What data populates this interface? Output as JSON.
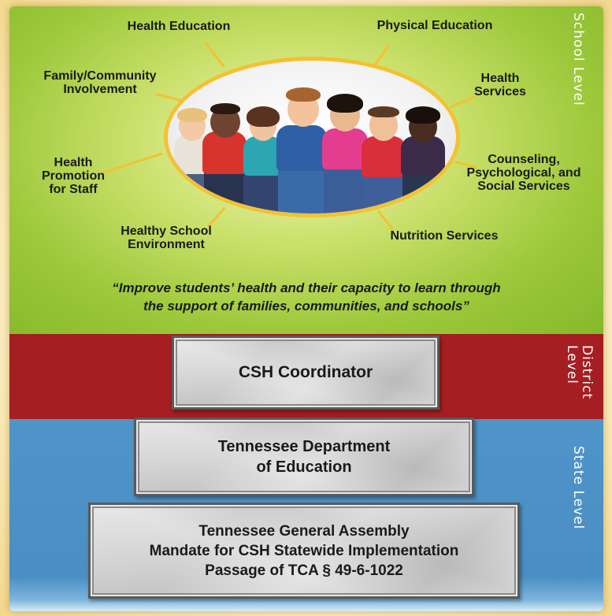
{
  "school_level": {
    "label": "School Level",
    "components": {
      "health_education": "Health Education",
      "physical_education": "Physical Education",
      "family_community": "Family/Community Involvement",
      "health_services": "Health Services",
      "health_promotion": "Health Promotion for Staff",
      "counseling": "Counseling, Psychological, and Social Services",
      "healthy_environment": "Healthy School Environment",
      "nutrition": "Nutrition Services"
    },
    "quote_line1": "“Improve students’ health and their capacity to learn through",
    "quote_line2": "the support of families, communities, and schools”"
  },
  "district_level": {
    "label": "District Level",
    "block": "CSH Coordinator"
  },
  "state_level": {
    "label": "State Level",
    "department_line1": "Tennessee Department",
    "department_line2": "of Education",
    "assembly_line1": "Tennessee General Assembly",
    "assembly_line2": "Mandate for CSH Statewide Implementation",
    "assembly_line3": "Passage of TCA § 49-6-1022"
  },
  "colors": {
    "school": "#9cc83a",
    "district": "#a41e22",
    "state": "#4a8ec4",
    "accent": "#f3c133"
  }
}
